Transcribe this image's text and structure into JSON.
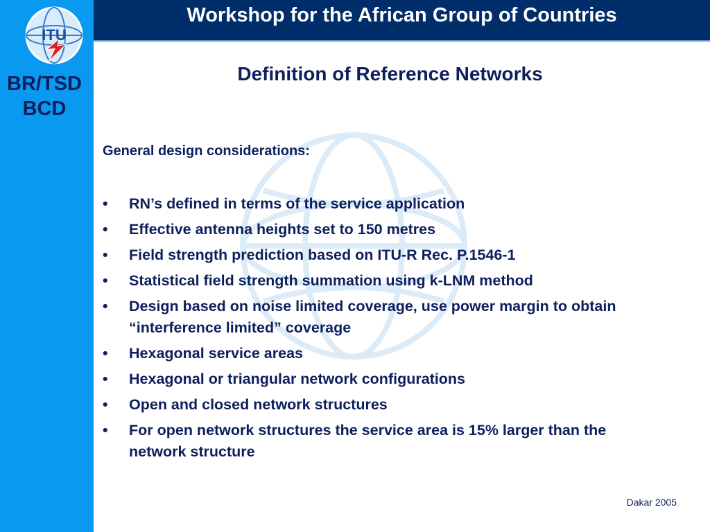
{
  "header": {
    "title": "Workshop for the African Group of Countries"
  },
  "sidebar": {
    "line1": "BR/TSD",
    "line2": "BCD"
  },
  "logo": {
    "text": "ITU",
    "icon": "itu-globe-logo"
  },
  "slide": {
    "title": "Definition of Reference Networks",
    "section_heading": "General design considerations:",
    "bullet_char": "•",
    "bullets": [
      "RN’s defined in terms of the service application",
      "Effective antenna heights set to 150 metres",
      "Field strength prediction based on ITU-R Rec. P.1546-1",
      "Statistical field strength summation using k-LNM method",
      "Design based on noise limited coverage, use power margin to obtain “interference limited” coverage",
      "Hexagonal service areas",
      "Hexagonal or triangular network configurations",
      "Open and closed network structures",
      "For open network structures the service area is 15% larger than the network structure"
    ]
  },
  "footer": {
    "text": "Dakar 2005"
  },
  "colors": {
    "sidebar": "#0a99f0",
    "header": "#002e6b",
    "text": "#0d1f5c",
    "header_text": "#ffffff"
  }
}
